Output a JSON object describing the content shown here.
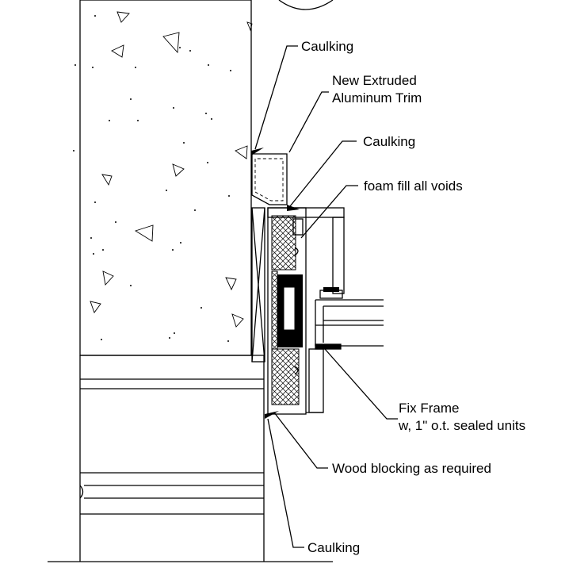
{
  "labels": {
    "caulking_top": "Caulking",
    "trim_line1": "New Extruded",
    "trim_line2": "Aluminum Trim",
    "caulking_mid": "Caulking",
    "foam": "foam fill all voids",
    "frame_line1": "Fix Frame",
    "frame_line2": "w, 1\" o.t. sealed units",
    "wood": "Wood blocking as required",
    "caulking_bottom": "Caulking"
  }
}
